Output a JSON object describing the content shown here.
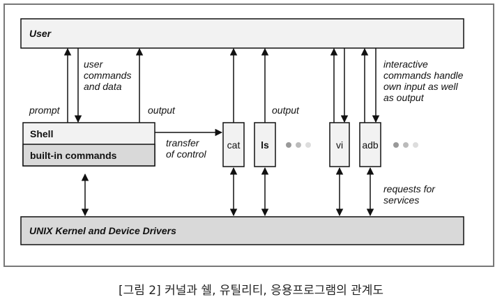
{
  "diagram": {
    "user_label": "User",
    "kernel_label": "UNIX Kernel and Device Drivers",
    "shell_label": "Shell",
    "builtin_label": "built-in commands",
    "prompt_label": "prompt",
    "user_commands_lines": [
      "user",
      "commands",
      "and data"
    ],
    "output_label_left": "output",
    "output_label_mid": "output",
    "transfer_lines": [
      "transfer",
      "of control"
    ],
    "interactive_lines": [
      "interactive",
      "commands handle",
      "own input as well",
      "as output"
    ],
    "requests_lines": [
      "requests for",
      "services"
    ],
    "programs": [
      "cat",
      "ls",
      "vi",
      "adb"
    ]
  },
  "caption": "[그림 2] 커널과 쉘, 유틸리티, 응용프로그램의 관계도",
  "colors": {
    "box_fill": "#f2f2f2",
    "shaded_fill": "#d9d9d9",
    "line": "#111111",
    "dots": "#bbbbbb",
    "border": "#777777"
  }
}
